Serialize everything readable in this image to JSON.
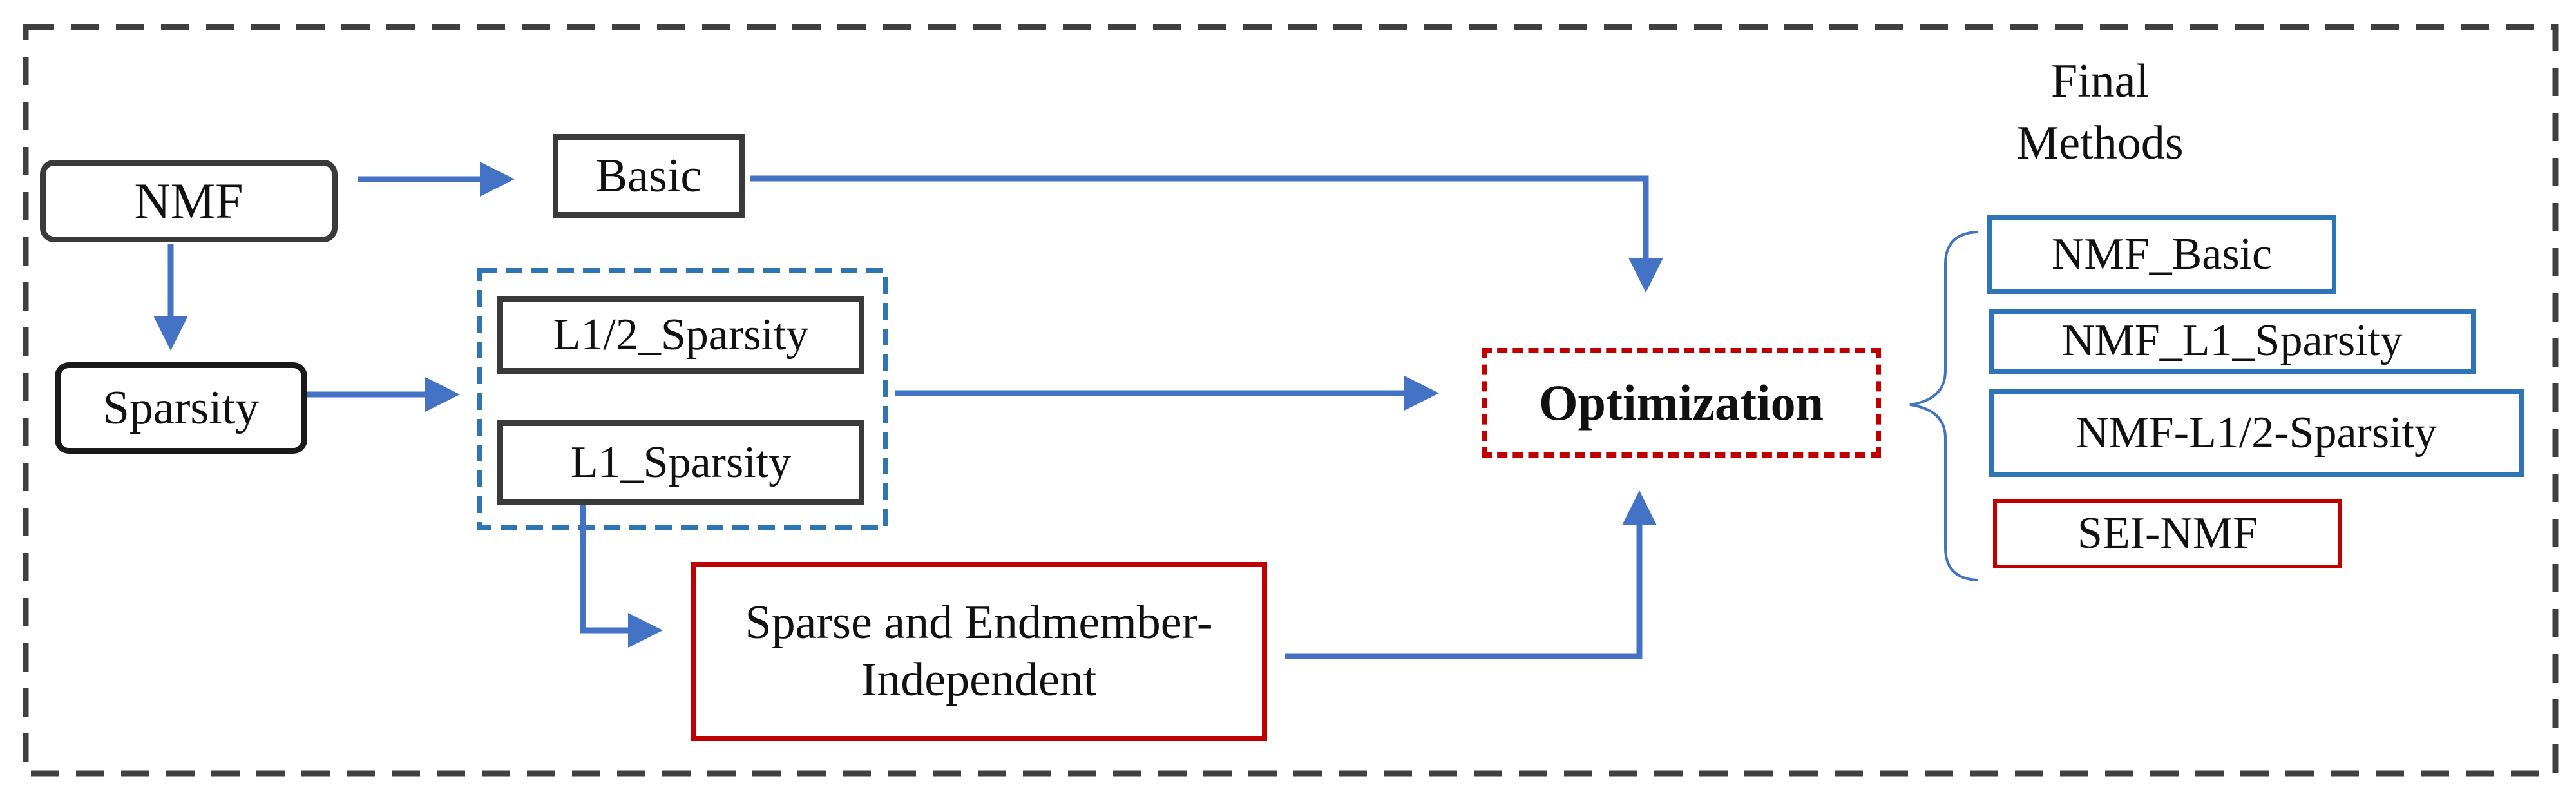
{
  "colors": {
    "frame": "#404040",
    "arrow": "#4472c4",
    "gray_box": "#3a3a3a",
    "blue_box": "#2e75b6",
    "red_box": "#c00000"
  },
  "nodes": {
    "nmf": "NMF",
    "sparsity": "Sparsity",
    "basic": "Basic",
    "l12_sparsity": "L1/2_Sparsity",
    "l1_sparsity": "L1_Sparsity",
    "sei_line1": "Sparse and Endmember-",
    "sei_line2": "Independent",
    "optimization": "Optimization"
  },
  "final": {
    "title_line1": "Final",
    "title_line2": "Methods",
    "methods": [
      "NMF_Basic",
      "NMF_L1_Sparsity",
      "NMF-L1/2-Sparsity",
      "SEI-NMF"
    ]
  }
}
